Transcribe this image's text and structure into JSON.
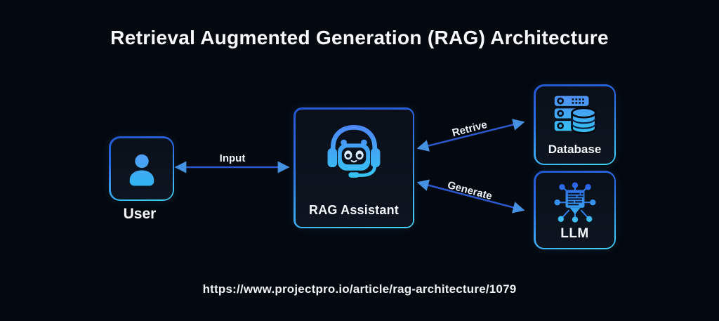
{
  "title": "Retrieval Augmented Generation (RAG) Architecture",
  "nodes": {
    "user": {
      "label": "User",
      "icon": "user-icon"
    },
    "rag": {
      "label": "RAG Assistant",
      "icon": "robot-headset-icon"
    },
    "database": {
      "label": "Database",
      "icon": "server-database-icon"
    },
    "llm": {
      "label": "LLM",
      "icon": "chip-network-icon"
    }
  },
  "edges": {
    "input": {
      "label": "Input",
      "direction": "bidirectional"
    },
    "retrieve": {
      "label": "Retrive",
      "direction": "bidirectional"
    },
    "generate": {
      "label": "Generate",
      "direction": "bidirectional"
    }
  },
  "footer": {
    "url": "https://www.projectpro.io/article/rag-architecture/1079"
  },
  "colors": {
    "background": "#04080f",
    "box_fill": "#0b121c",
    "border_gradient_start": "#2e6ce6",
    "border_gradient_end": "#44d6f6",
    "icon_gradient_start": "#4f8ef7",
    "icon_gradient_end": "#33c3f1",
    "arrow_line": "#2b57cb",
    "arrow_head": "#4591e2",
    "text": "#f5f7fa"
  }
}
